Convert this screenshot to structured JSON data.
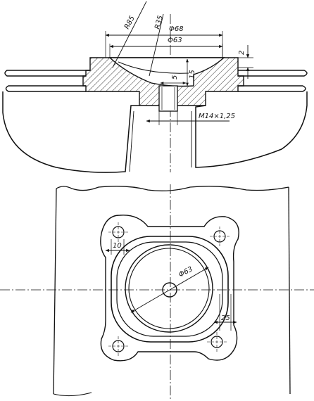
{
  "drawing": {
    "top_view": {
      "dims": {
        "r85": "R85",
        "r35": "R35",
        "d68": "Φ68",
        "d63": "Φ63",
        "two": "2",
        "five": "5",
        "fifteen": "15",
        "thread": "M14×1,25"
      }
    },
    "plan_view": {
      "dims": {
        "ten": "10",
        "d63": "Φ63",
        "twentyfive": "25"
      }
    }
  }
}
